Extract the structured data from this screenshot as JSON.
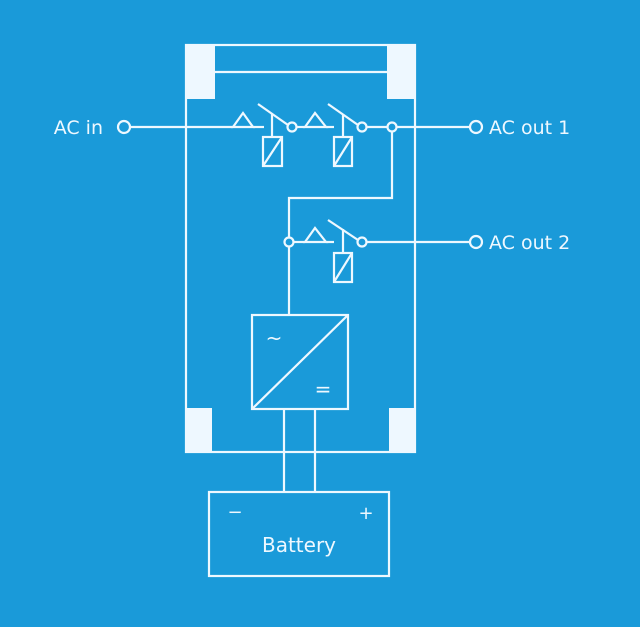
{
  "diagram": {
    "labels": {
      "ac_in": "AC in",
      "ac_out_1": "AC out 1",
      "ac_out_2": "AC out 2",
      "battery": "Battery",
      "battery_minus": "−",
      "battery_plus": "+",
      "converter_ac_symbol": "~",
      "converter_dc_symbol": "="
    },
    "colors": {
      "background": "#1a9ad9",
      "lines": "#eef8ff"
    }
  }
}
